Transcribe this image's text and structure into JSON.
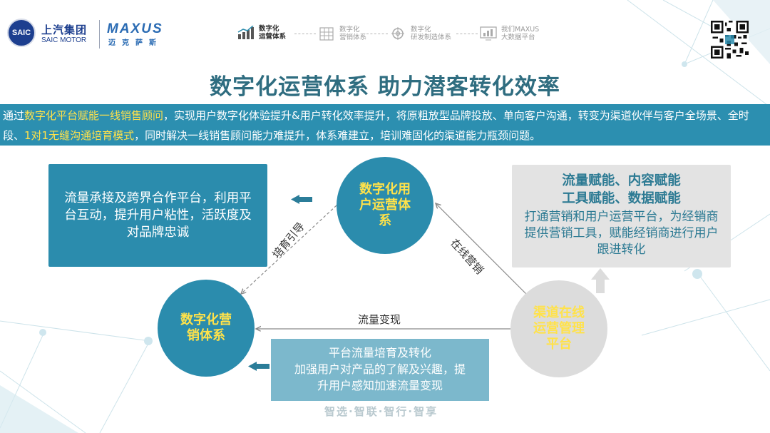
{
  "header": {
    "saic_logo_text": "SAIC",
    "saic_cn": "上汽集团",
    "saic_en": "SAIC MOTOR",
    "maxus_en": "MAXUS",
    "maxus_cn": "迈克萨斯",
    "steps": [
      {
        "label": "数字化\n运营体系",
        "icon": "bar-chart-icon",
        "active": true
      },
      {
        "label": "数字化\n营销体系",
        "icon": "building-icon",
        "active": false
      },
      {
        "label": "数字化\n研发制造体系",
        "icon": "gear-icon",
        "active": false
      },
      {
        "label": "我们MAXUS\n大数据平台",
        "icon": "monitor-chart-icon",
        "active": false
      }
    ]
  },
  "title": "数字化运营体系 助力潜客转化效率",
  "band": {
    "p1": "通过",
    "h1": "数字化平台赋能一线销售顾问",
    "p2": "，实现用户数字化体验提升&用户转化效率提升，将原粗放型品牌投放、单向客户沟通，转变为渠道伙伴与客户全场景、全时段、",
    "h2": "1对1无缝沟通培育模式",
    "p3": "，同时解决一线销售顾问能力难提升，体系难建立，培训难固化的渠道能力瓶颈问题。"
  },
  "left_box": "流量承接及跨界合作平台，利用平台互动，提升用户粘性，活跃度及对品牌忠诚",
  "right_box": {
    "h1": "流量赋能、内容赋能",
    "h2": "工具赋能、数据赋能",
    "body": "打通营销和用户运营平台，为经销商提供营销工具，赋能经销商进行用户跟进转化"
  },
  "bottom_box": {
    "line1": "平台流量培育及转化",
    "line2": "加强用户对产品的了解及兴趣，提",
    "line3": "升用户感知加速流量变现"
  },
  "circles": {
    "top": "数字化用户运营体系",
    "left": "数字化营销体系",
    "right": "渠道在线运营管理平台"
  },
  "edges": {
    "left": "培育引导",
    "right": "在线营销",
    "bottom": "流量变现"
  },
  "footer": "智选·智联·智行·智享",
  "colors": {
    "teal": "#2b8cad",
    "title": "#2f6d80",
    "highlight": "#ffe24a",
    "gray_box": "#e3e3e3",
    "light_teal": "#7cb8cc"
  }
}
